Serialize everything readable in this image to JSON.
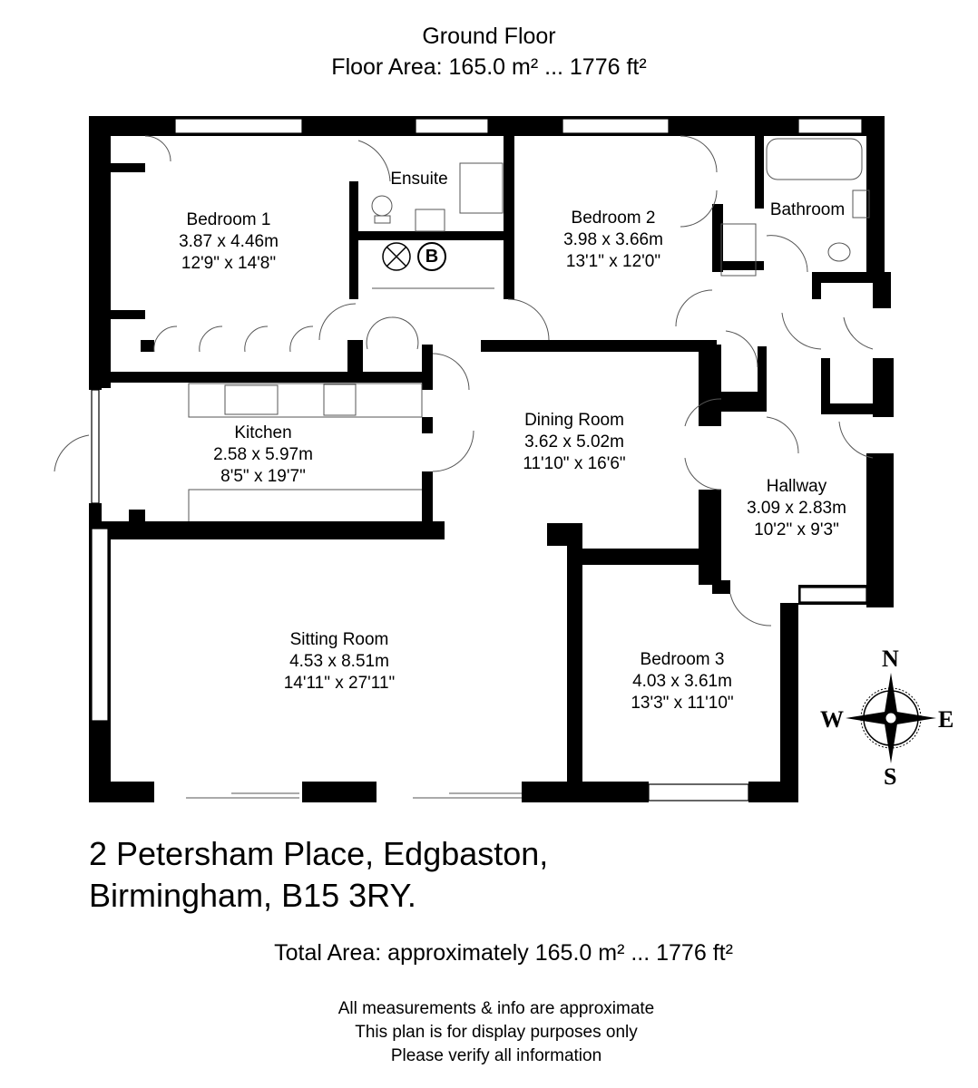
{
  "header": {
    "title": "Ground Floor",
    "floor_area": "Floor Area: 165.0 m² ... 1776 ft²"
  },
  "rooms": [
    {
      "name": "Bedroom 1",
      "metric": "3.87 x 4.46m",
      "imperial": "12'9\" x 14'8\""
    },
    {
      "name": "Ensuite"
    },
    {
      "name": "Bedroom 2",
      "metric": "3.98 x 3.66m",
      "imperial": "13'1\" x 12'0\""
    },
    {
      "name": "Bathroom"
    },
    {
      "name": "Kitchen",
      "metric": "2.58 x 5.97m",
      "imperial": "8'5\" x 19'7\""
    },
    {
      "name": "Dining Room",
      "metric": "3.62 x 5.02m",
      "imperial": "11'10\" x 16'6\""
    },
    {
      "name": "Hallway",
      "metric": "3.09 x 2.83m",
      "imperial": "10'2\" x 9'3\""
    },
    {
      "name": "Sitting Room",
      "metric": "4.53 x 8.51m",
      "imperial": "14'11\" x 27'11\""
    },
    {
      "name": "Bedroom 3",
      "metric": "4.03 x 3.61m",
      "imperial": "13'3\" x 11'10\""
    }
  ],
  "boiler_label": "B",
  "compass": {
    "n": "N",
    "s": "S",
    "e": "E",
    "w": "W"
  },
  "address": {
    "line1": "2 Petersham Place, Edgbaston,",
    "line2": "Birmingham, B15 3RY."
  },
  "total_area": "Total Area: approximately 165.0 m² ... 1776 ft²",
  "disclaimer": [
    "All measurements & info are approximate",
    "This plan is for display purposes only",
    "Please verify all information"
  ]
}
